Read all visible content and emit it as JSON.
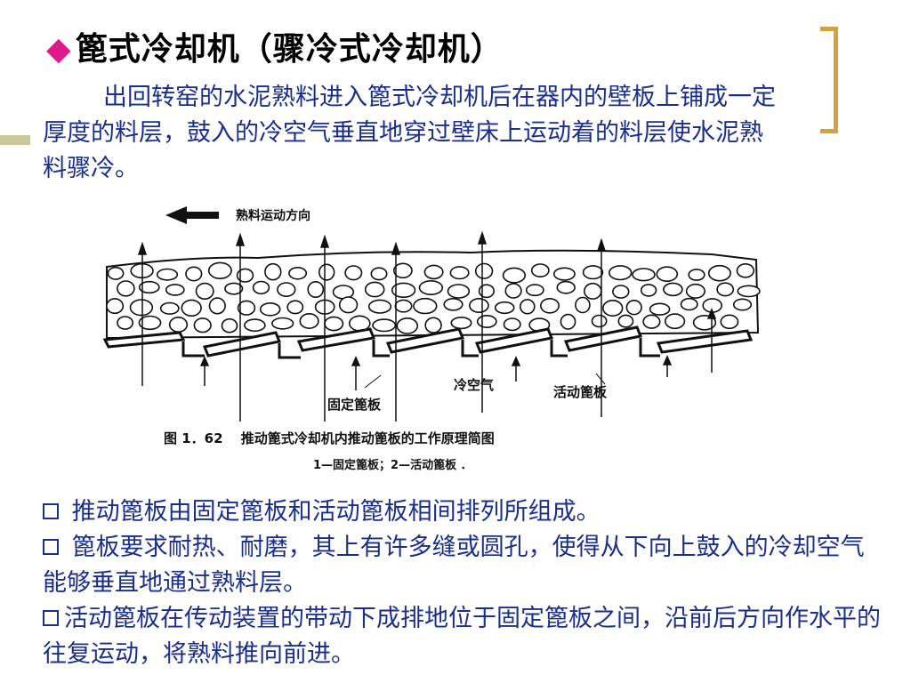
{
  "title": "篦式冷却机（骤冷式冷却机）",
  "intro": "出回转窑的水泥熟料进入篦式冷却机后在器内的壁板上铺成一定厚度的料层，鼓入的冷空气垂直地穿过壁床上运动着的料层使水泥熟料骤冷。",
  "figure": {
    "arrow_label": "熟料运动方向",
    "label_fixed": "固定篦板",
    "label_air": "冷空气",
    "label_moving": "活动篦板",
    "caption": "图 1．62　 推动篦式冷却机内推动篦板的工作原理简图",
    "legend": "1—固定篦板；2—活动篦板 ．"
  },
  "bullets": [
    "推动篦板由固定篦板和活动篦板相间排列所组成。",
    "篦板要求耐热、耐磨，其上有许多缝或圆孔，使得从下向上鼓入的冷却空气能够垂直地通过熟料层。",
    "活动篦板在传动装置的带动下成排地位于固定篦板之间，沿前后方向作水平的往复运动，将熟料推向前进。"
  ],
  "colors": {
    "title_mark": "#e0198c",
    "text": "#1a2f8c",
    "bracket": "#d4a040",
    "deco_bar": "#c8c89a"
  }
}
